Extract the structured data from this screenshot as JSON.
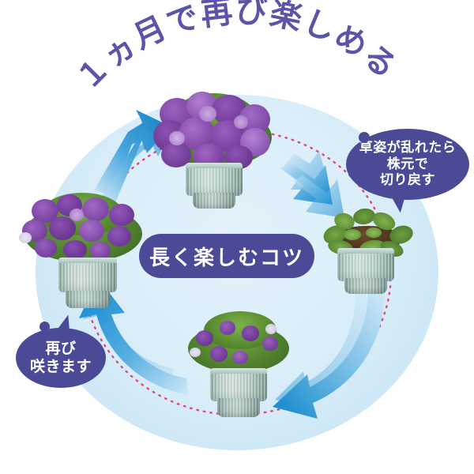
{
  "page": {
    "title_arc": "１ヵ月で再び楽しめる",
    "center_label": "長く楽しむコツ"
  },
  "colors": {
    "accent_purple": "#4b4a96",
    "title_purple": "#5a55a8",
    "circle_blue": "#d7ecf8",
    "arrow_blue_dark": "#0d84c8",
    "arrow_blue_light": "#bfe0f3",
    "dotted_pink": "#e5447d",
    "pot_green": "#a8c4bc",
    "flower_purple": "#7b3fa0"
  },
  "bubbles": [
    {
      "id": "cut-back",
      "text": "草姿が乱れたら\n株元で\n切り戻す",
      "position": "top-right"
    },
    {
      "id": "bloom-again",
      "text": "再び\n咲きます",
      "position": "bottom-left"
    }
  ],
  "stages": [
    {
      "id": "stage-full-bloom",
      "position": "top",
      "state": "満開",
      "description": "紫の花が株全体を覆う鉢植え"
    },
    {
      "id": "stage-cut-back",
      "position": "right",
      "state": "切り戻し直後",
      "description": "切り戻して葉だけになり株元の土が見える鉢植え"
    },
    {
      "id": "stage-regrowth",
      "position": "bottom",
      "state": "再生中",
      "description": "緑が茂り紫の花が咲き始めた鉢植え"
    },
    {
      "id": "stage-reblooming",
      "position": "left",
      "state": "再び開花",
      "description": "再び紫の花がたくさん咲いた鉢植え"
    }
  ],
  "arrows": [
    {
      "id": "arrow-left-to-top",
      "direction": "up-right",
      "from": "stage-reblooming",
      "to": "stage-full-bloom"
    },
    {
      "id": "arrow-top-to-right",
      "direction": "down-right",
      "from": "stage-full-bloom",
      "to": "stage-cut-back"
    },
    {
      "id": "arrow-right-to-bottom",
      "direction": "down-left",
      "from": "stage-cut-back",
      "to": "stage-regrowth"
    },
    {
      "id": "arrow-bottom-to-left",
      "direction": "up-left",
      "from": "stage-regrowth",
      "to": "stage-reblooming"
    }
  ]
}
